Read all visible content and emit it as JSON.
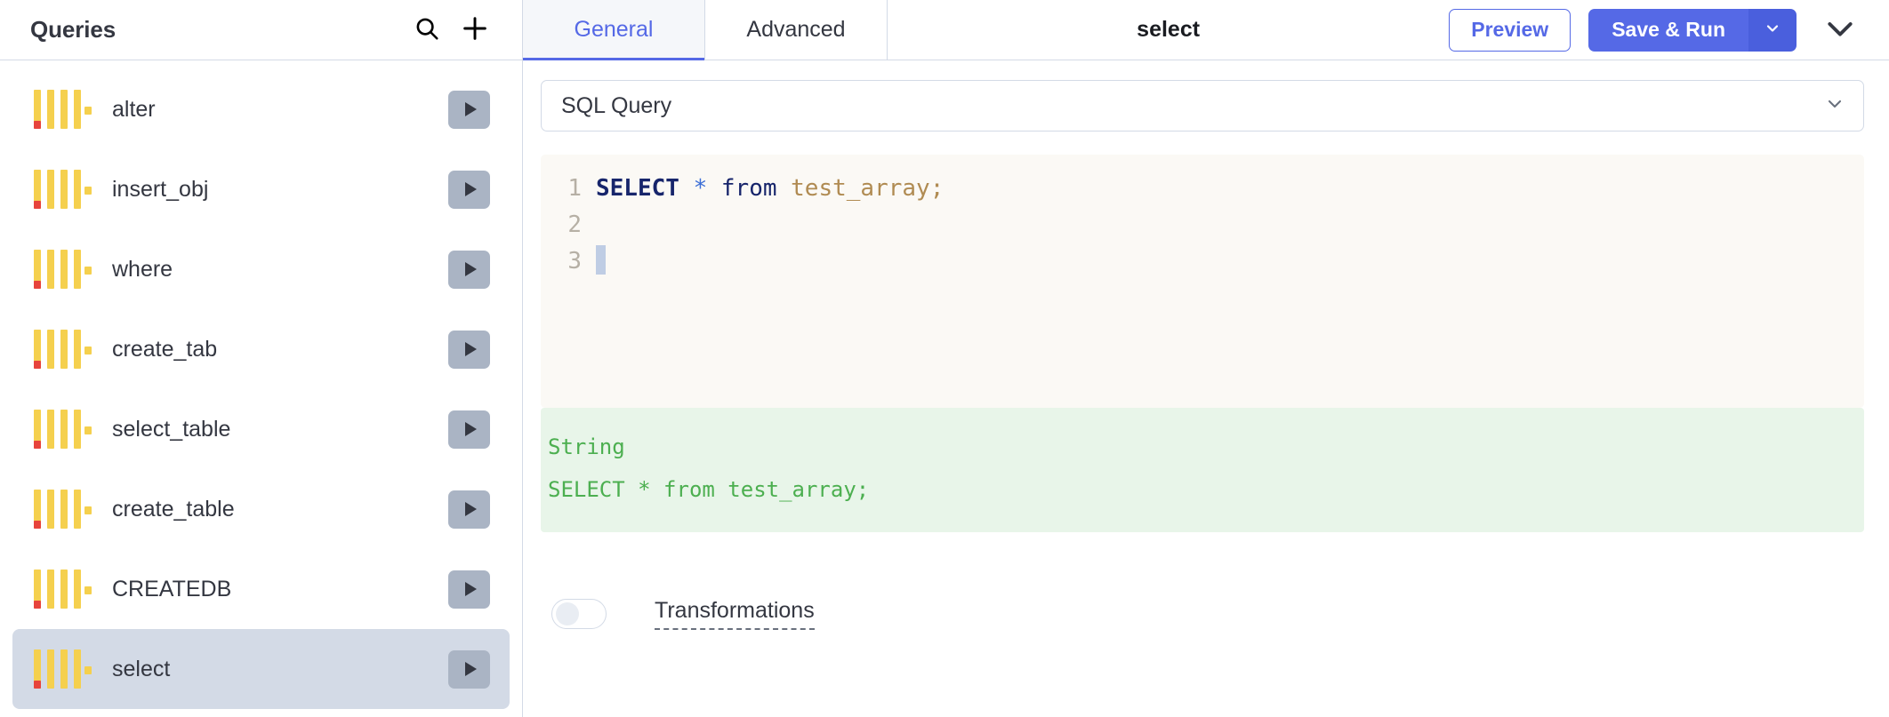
{
  "sidebar": {
    "title": "Queries",
    "search_icon": "search-icon",
    "add_icon": "plus-icon",
    "items": [
      {
        "label": "alter",
        "icon": "sql-query-icon",
        "run_icon": "play-icon",
        "selected": false
      },
      {
        "label": "insert_obj",
        "icon": "sql-query-icon",
        "run_icon": "play-icon",
        "selected": false
      },
      {
        "label": "where",
        "icon": "sql-query-icon",
        "run_icon": "play-icon",
        "selected": false
      },
      {
        "label": "create_tab",
        "icon": "sql-query-icon",
        "run_icon": "play-icon",
        "selected": false
      },
      {
        "label": "select_table",
        "icon": "sql-query-icon",
        "run_icon": "play-icon",
        "selected": false
      },
      {
        "label": "create_table",
        "icon": "sql-query-icon",
        "run_icon": "play-icon",
        "selected": false
      },
      {
        "label": "CREATEDB",
        "icon": "sql-query-icon",
        "run_icon": "play-icon",
        "selected": false
      },
      {
        "label": "select",
        "icon": "sql-query-icon",
        "run_icon": "play-icon",
        "selected": true
      }
    ]
  },
  "toolbar": {
    "tabs": [
      {
        "label": "General",
        "active": true
      },
      {
        "label": "Advanced",
        "active": false
      }
    ],
    "document_title": "select",
    "preview_label": "Preview",
    "save_run_label": "Save & Run",
    "save_run_caret_icon": "chevron-down-icon",
    "collapse_icon": "chevron-down-icon"
  },
  "query_editor": {
    "type_select": {
      "value": "SQL Query",
      "caret_icon": "chevron-down-icon"
    },
    "code": {
      "lines": [
        {
          "number": "1",
          "tokens": [
            {
              "text": "SELECT",
              "type": "keyword"
            },
            {
              "text": " ",
              "type": "plain"
            },
            {
              "text": "*",
              "type": "operator"
            },
            {
              "text": " from ",
              "type": "plain"
            },
            {
              "text": "test_array;",
              "type": "identifier"
            }
          ]
        },
        {
          "number": "2",
          "tokens": []
        },
        {
          "number": "3",
          "tokens": [],
          "cursor": true
        }
      ]
    },
    "result": {
      "type_label": "String",
      "value": "SELECT * from test_array;"
    },
    "transformations": {
      "label": "Transformations",
      "enabled": false
    }
  },
  "colors": {
    "accent": "#5569e6",
    "sidebar_selected": "#d3dae6",
    "editor_bg": "#fbf9f5",
    "result_bg": "#e8f5e9",
    "result_text": "#4caf50",
    "icon_yellow": "#f5d04e",
    "icon_red": "#e7443c",
    "run_button_bg": "#aab4c4"
  }
}
